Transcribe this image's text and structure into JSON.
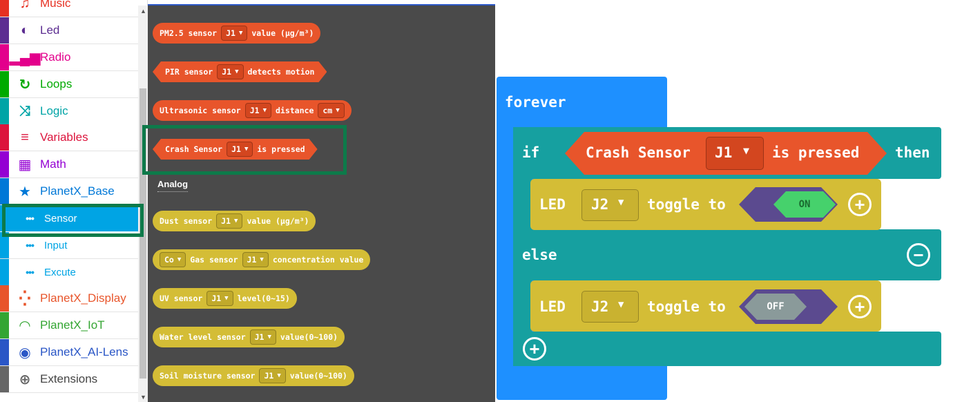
{
  "toolbox": {
    "items": [
      {
        "label": "Music",
        "color": "#e63022",
        "icon": "music-icon",
        "glyph": "♫"
      },
      {
        "label": "Led",
        "color": "#5c2d91",
        "icon": "toggle-icon",
        "glyph": "◐"
      },
      {
        "label": "Radio",
        "color": "#e3008c",
        "icon": "signal-icon",
        "glyph": "▂▄▆"
      },
      {
        "label": "Loops",
        "color": "#00aa00",
        "icon": "loop-icon",
        "glyph": "↻"
      },
      {
        "label": "Logic",
        "color": "#00a4a6",
        "icon": "shuffle-icon",
        "glyph": "⤨"
      },
      {
        "label": "Variables",
        "color": "#dc143c",
        "icon": "list-icon",
        "glyph": "≡"
      },
      {
        "label": "Math",
        "color": "#9400d3",
        "icon": "calculator-icon",
        "glyph": "▦"
      },
      {
        "label": "PlanetX_Base",
        "color": "#0078d7",
        "icon": "star-icon",
        "glyph": "★"
      },
      {
        "label": "Sensor",
        "color": "#00a4e4",
        "icon": "dots-icon",
        "glyph": "•••"
      },
      {
        "label": "Input",
        "color": "#00a4e4",
        "icon": "dots-icon",
        "glyph": "•••"
      },
      {
        "label": "Excute",
        "color": "#00a4e4",
        "icon": "dots-icon",
        "glyph": "•••"
      },
      {
        "label": "PlanetX_Display",
        "color": "#e8552b",
        "icon": "spinner-icon",
        "glyph": "⁛"
      },
      {
        "label": "PlanetX_IoT",
        "color": "#33a532",
        "icon": "wifi-icon",
        "glyph": "◠"
      },
      {
        "label": "PlanetX_AI-Lens",
        "color": "#2a56c6",
        "icon": "eye-icon",
        "glyph": "◉"
      },
      {
        "label": "Extensions",
        "color": "#666666",
        "icon": "plus-circle-icon",
        "glyph": "⊕"
      }
    ]
  },
  "flyout": {
    "blocks_digital": [
      {
        "parts": [
          "PM2.5 sensor",
          {
            "dd": "J1"
          },
          "value (µg/m³)"
        ]
      },
      {
        "parts": [
          "PIR sensor",
          {
            "dd": "J1"
          },
          "detects motion"
        ],
        "hex": true
      },
      {
        "parts": [
          "Ultrasonic sensor",
          {
            "dd": "J1"
          },
          "distance",
          {
            "dd": "cm"
          }
        ]
      },
      {
        "parts": [
          "Crash Sensor",
          {
            "dd": "J1"
          },
          "is pressed"
        ],
        "hex": true
      }
    ],
    "analog_label": "Analog",
    "blocks_analog": [
      {
        "parts": [
          "Dust sensor",
          {
            "dd": "J1"
          },
          "value (µg/m³)"
        ]
      },
      {
        "parts": [
          {
            "dd": "Co"
          },
          "Gas sensor",
          {
            "dd": "J1"
          },
          "concentration value"
        ]
      },
      {
        "parts": [
          "UV sensor",
          {
            "dd": "J1"
          },
          "level(0~15)"
        ]
      },
      {
        "parts": [
          "Water level sensor",
          {
            "dd": "J1"
          },
          "value(0~100)"
        ]
      },
      {
        "parts": [
          "Soil moisture sensor",
          {
            "dd": "J1"
          },
          "value(0~100)"
        ]
      }
    ]
  },
  "workspace": {
    "forever": "forever",
    "if": "if",
    "then": "then",
    "else": "else",
    "condition": {
      "left": "Crash Sensor",
      "port": "J1",
      "right": "is pressed"
    },
    "led_on": {
      "label": "LED",
      "port": "J2",
      "action": "toggle to",
      "state": "ON"
    },
    "led_off": {
      "label": "LED",
      "port": "J2",
      "action": "toggle to",
      "state": "OFF"
    }
  },
  "colors": {
    "sensor_orange": "#e8552b",
    "analog_yellow": "#d4bd36",
    "logic_teal": "#16a0a0",
    "loop_blue": "#1e90ff",
    "toggle_purple": "#5b4a8f",
    "on_green": "#46d16c",
    "off_gray": "#8a9a9a",
    "highlight_green": "#0d7a4a"
  }
}
